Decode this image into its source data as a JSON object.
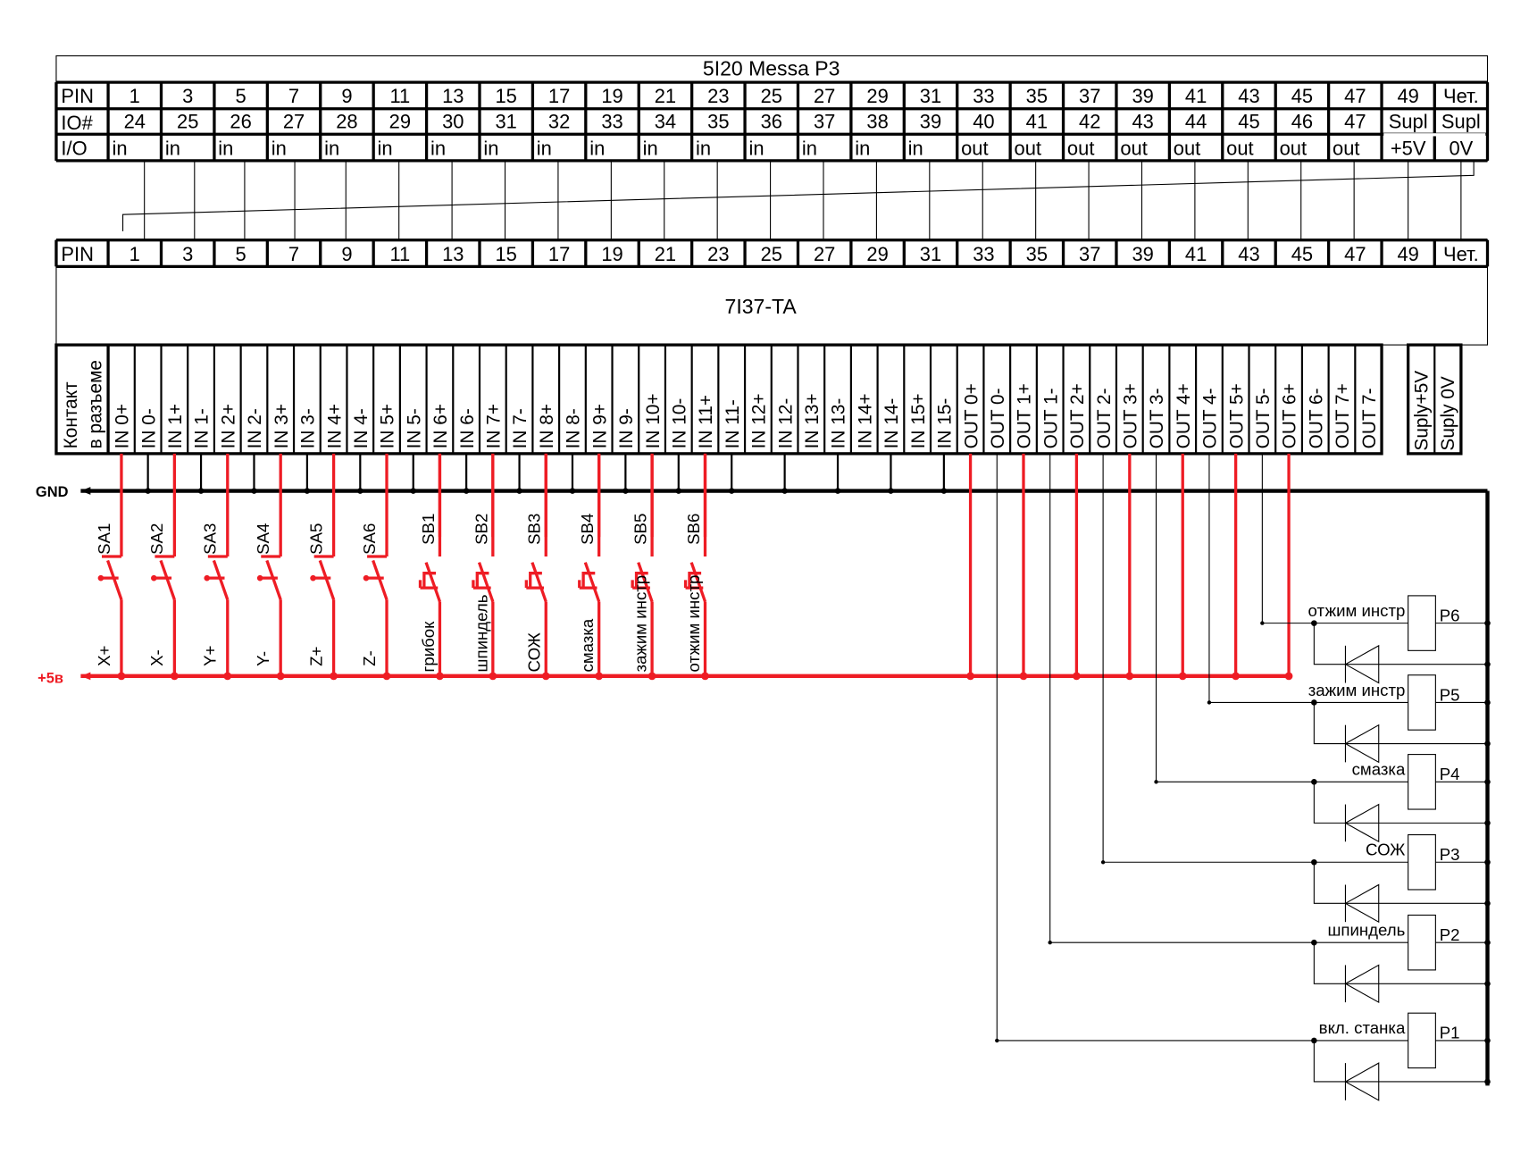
{
  "colors": {
    "wire_red": "#ee1c24",
    "wire_black": "#000000",
    "background": "#ffffff"
  },
  "top_table": {
    "title": "5I20 Messa P3",
    "row_labels": [
      "PIN",
      "IO#",
      "I/O"
    ],
    "pins": [
      "1",
      "3",
      "5",
      "7",
      "9",
      "11",
      "13",
      "15",
      "17",
      "19",
      "21",
      "23",
      "25",
      "27",
      "29",
      "31",
      "33",
      "35",
      "37",
      "39",
      "41",
      "43",
      "45",
      "47",
      "49",
      "Чет."
    ],
    "io_numbers": [
      "24",
      "25",
      "26",
      "27",
      "28",
      "29",
      "30",
      "31",
      "32",
      "33",
      "34",
      "35",
      "36",
      "37",
      "38",
      "39",
      "40",
      "41",
      "42",
      "43",
      "44",
      "45",
      "46",
      "47"
    ],
    "io_dir": [
      "in",
      "in",
      "in",
      "in",
      "in",
      "in",
      "in",
      "in",
      "in",
      "in",
      "in",
      "in",
      "in",
      "in",
      "in",
      "in",
      "out",
      "out",
      "out",
      "out",
      "out",
      "out",
      "out",
      "out"
    ],
    "supply_cells": [
      {
        "line1": "Supl",
        "line2": "+5V"
      },
      {
        "line1": "Supl",
        "line2": "0V"
      }
    ]
  },
  "bottom_board": {
    "pin_row_label": "PIN",
    "title": "7I37-TA",
    "contact_label": [
      "Контакт",
      "в разъеме"
    ],
    "terminals": [
      "IN 0+",
      "IN 0-",
      "IN 1+",
      "IN 1-",
      "IN 2+",
      "IN 2-",
      "IN 3+",
      "IN 3-",
      "IN 4+",
      "IN 4-",
      "IN 5+",
      "IN 5-",
      "IN 6+",
      "IN 6-",
      "IN 7+",
      "IN 7-",
      "IN 8+",
      "IN 8-",
      "IN 9+",
      "IN 9-",
      "IN 10+",
      "IN 10-",
      "IN 11+",
      "IN 11-",
      "IN 12+",
      "IN 12-",
      "IN 13+",
      "IN 13-",
      "IN 14+",
      "IN 14-",
      "IN 15+",
      "IN 15-",
      "OUT 0+",
      "OUT 0-",
      "OUT 1+",
      "OUT 1-",
      "OUT 2+",
      "OUT 2-",
      "OUT 3+",
      "OUT 3-",
      "OUT 4+",
      "OUT 4-",
      "OUT 5+",
      "OUT 5-",
      "OUT 6+",
      "OUT 6-",
      "OUT 7+",
      "OUT 7-"
    ],
    "supply_terminals": [
      "Suply+5V",
      "Suply 0V"
    ]
  },
  "rails": {
    "gnd_label": "GND",
    "plus5_label": "+5в"
  },
  "switches": [
    {
      "id": "SA1",
      "type": "toggle",
      "function": "X+"
    },
    {
      "id": "SA2",
      "type": "toggle",
      "function": "X-"
    },
    {
      "id": "SA3",
      "type": "toggle",
      "function": "Y+"
    },
    {
      "id": "SA4",
      "type": "toggle",
      "function": "Y-"
    },
    {
      "id": "SA5",
      "type": "toggle",
      "function": "Z+"
    },
    {
      "id": "SA6",
      "type": "toggle",
      "function": "Z-"
    },
    {
      "id": "SB1",
      "type": "button",
      "function": "грибок"
    },
    {
      "id": "SB2",
      "type": "button",
      "function": "шпиндель"
    },
    {
      "id": "SB3",
      "type": "button",
      "function": "СОЖ"
    },
    {
      "id": "SB4",
      "type": "button",
      "function": "смазка"
    },
    {
      "id": "SB5",
      "type": "button",
      "function": "зажим инстр"
    },
    {
      "id": "SB6",
      "type": "button",
      "function": "отжим инстр"
    }
  ],
  "relays": [
    {
      "id": "P6",
      "function": "отжим инстр",
      "output": "OUT 5-"
    },
    {
      "id": "P5",
      "function": "зажим инстр",
      "output": "OUT 4-"
    },
    {
      "id": "P4",
      "function": "смазка",
      "output": "OUT 3-"
    },
    {
      "id": "P3",
      "function": "СОЖ",
      "output": "OUT 2-"
    },
    {
      "id": "P2",
      "function": "шпиндель",
      "output": "OUT 1-"
    },
    {
      "id": "P1",
      "function": "вкл. станка",
      "output": "OUT 0-"
    }
  ]
}
